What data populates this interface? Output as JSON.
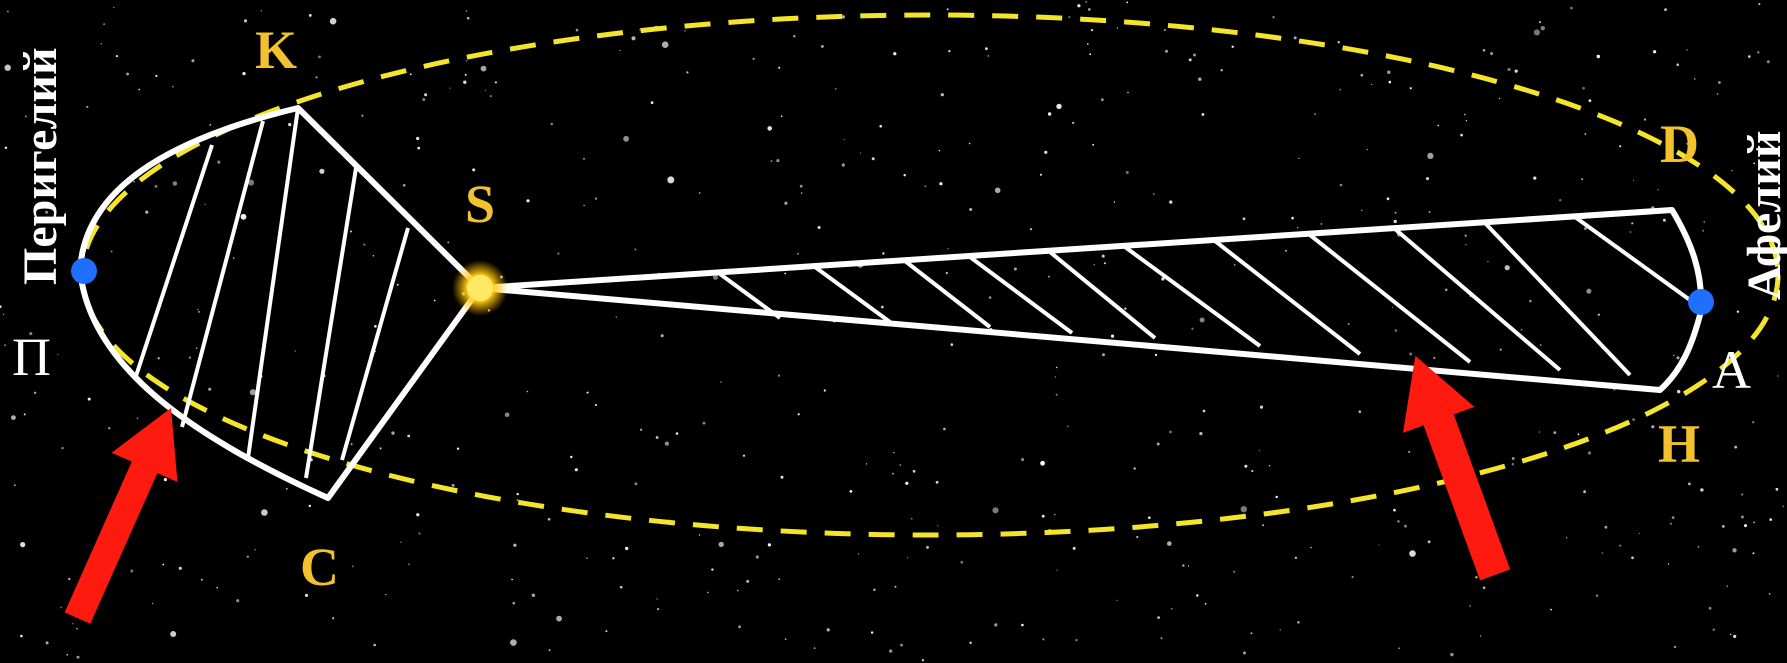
{
  "labels": {
    "perihelion_vertical": "Перигелий",
    "aphelion_vertical": "Афелий",
    "perihelion_point": "П",
    "aphelion_point": "А",
    "point_k": "K",
    "point_c": "C",
    "point_s": "S",
    "point_d": "D",
    "point_h": "H"
  },
  "colors": {
    "background": "#000000",
    "orbit": "#f5e52a",
    "sector": "#ffffff",
    "sun": "#ffd21a",
    "point_label": "#f2c12e",
    "planet": "#1f6fff",
    "arrow": "#ff1a0f"
  },
  "icons": {
    "sun": "sun-icon",
    "planet_perihelion": "planet-dot-icon",
    "planet_aphelion": "planet-dot-icon",
    "arrows": "red-arrow-icon"
  }
}
